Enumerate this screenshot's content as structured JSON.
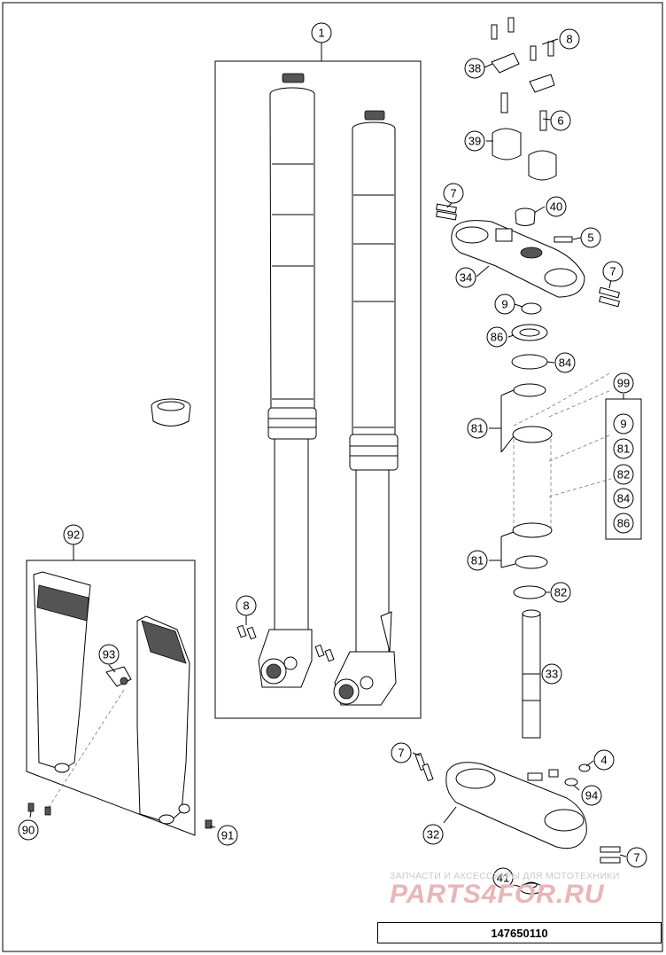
{
  "diagram": {
    "part_number": "147650110",
    "watermark": {
      "line1": "ЗАПЧАСТИ И АКСЕССУАРЫ ДЛЯ МОТОТЕХНИКИ",
      "brand": "PARTS4FOR.RU"
    },
    "callouts": [
      "1",
      "8",
      "38",
      "6",
      "39",
      "7",
      "40",
      "5",
      "34",
      "7",
      "9",
      "86",
      "84",
      "99",
      "9",
      "81",
      "82",
      "84",
      "86",
      "81",
      "81",
      "82",
      "33",
      "92",
      "93",
      "8",
      "90",
      "91",
      "7",
      "4",
      "94",
      "32",
      "7",
      "41"
    ]
  }
}
